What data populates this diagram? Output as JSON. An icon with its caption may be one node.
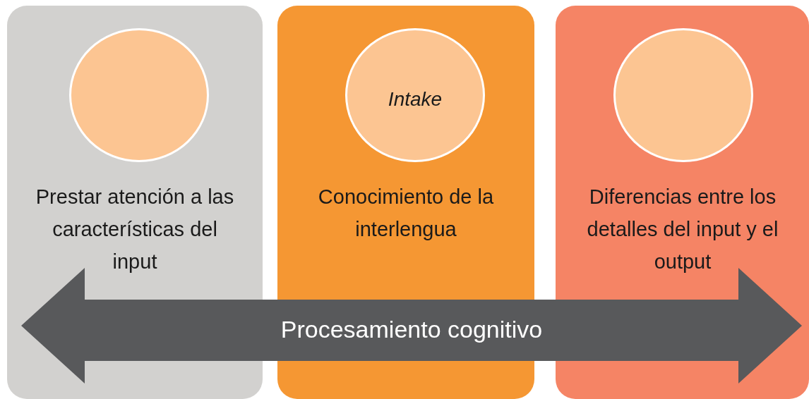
{
  "diagram": {
    "nodes": [
      {
        "text": [
          "Prestar atención a las características del input"
        ]
      },
      {
        "text": [],
        "shape": "circle",
        "in": 0
      },
      {
        "text": [
          "Conocimiento de la interlengua"
        ]
      },
      {
        "text": [
          "Intake"
        ],
        "in": 2
      },
      {
        "text": [
          "Diferencias entre los detalles del input  y el output"
        ]
      },
      {
        "text": [],
        "shape": "circle",
        "in": 4
      },
      {
        "text": [
          "Procesamiento cognitivo"
        ]
      }
    ]
  }
}
